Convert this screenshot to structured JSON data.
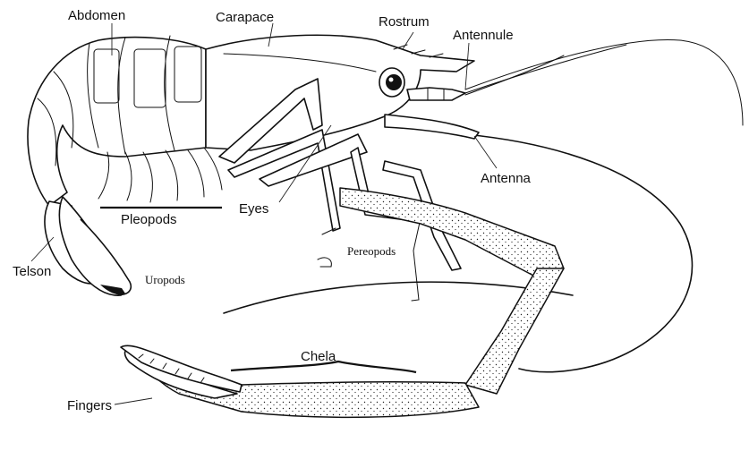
{
  "labels": {
    "abdomen": "Abdomen",
    "carapace": "Carapace",
    "rostrum": "Rostrum",
    "antennule": "Antennule",
    "antenna": "Antenna",
    "pleopods": "Pleopods",
    "eyes": "Eyes",
    "telson": "Telson",
    "uropods": "Uropods",
    "pereopods": "Pereopods",
    "chela": "Chela",
    "fingers": "Fingers"
  }
}
